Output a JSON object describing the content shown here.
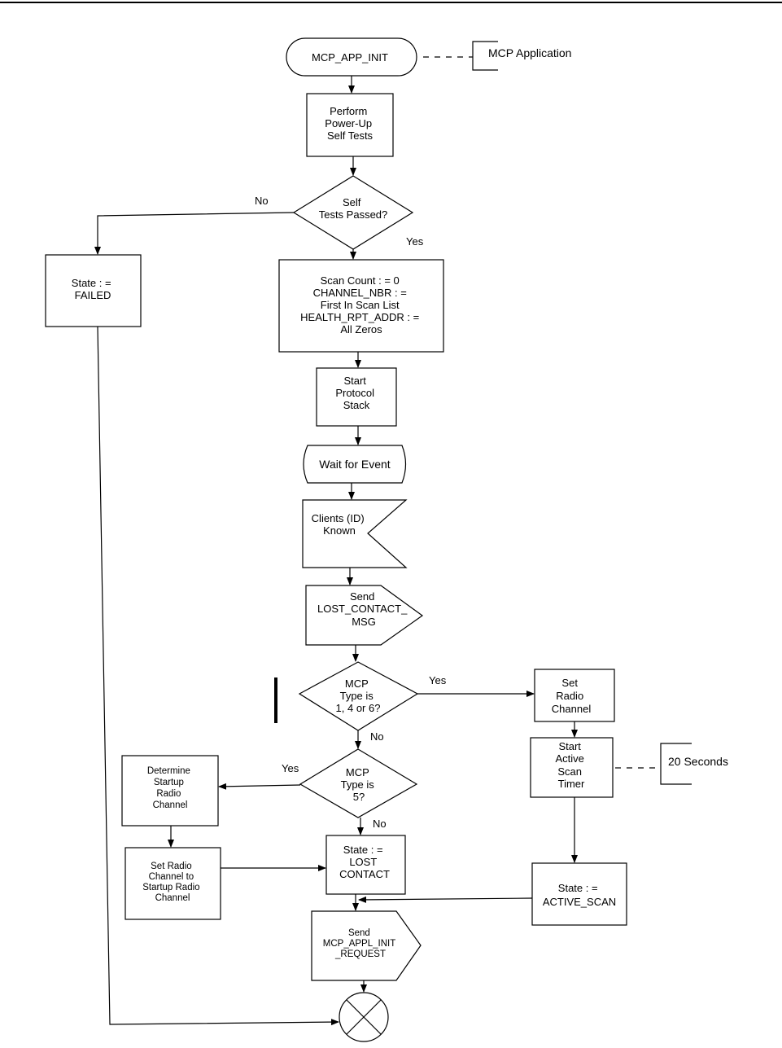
{
  "nodes": {
    "start": [
      "MCP_APP_INIT"
    ],
    "app_note": [
      "MCP Application"
    ],
    "self_tests": [
      "Perform",
      "Power-Up",
      "Self Tests"
    ],
    "self_tests_decision": [
      "Self",
      "Tests Passed?"
    ],
    "state_failed": [
      "State : =",
      "FAILED"
    ],
    "init_vars": [
      "Scan Count : = 0",
      "CHANNEL_NBR : =",
      "First In Scan List",
      "HEALTH_RPT_ADDR : =",
      "All Zeros"
    ],
    "start_stack": [
      "Start",
      "Protocol",
      "Stack"
    ],
    "wait_event": [
      "Wait for Event"
    ],
    "clients_known": [
      "Clients (ID)",
      "Known"
    ],
    "send_lost": [
      "Send",
      "LOST_CONTACT_",
      "MSG"
    ],
    "mcp_type_146": [
      "MCP",
      "Type is",
      "1, 4 or 6?"
    ],
    "set_radio": [
      "Set",
      "Radio",
      "Channel"
    ],
    "start_timer": [
      "Start",
      "Active",
      "Scan",
      "Timer"
    ],
    "timer_note": [
      "20 Seconds"
    ],
    "mcp_type_5": [
      "MCP",
      "Type is",
      "5?"
    ],
    "determine_channel": [
      "Determine",
      "Startup",
      "Radio",
      "Channel"
    ],
    "set_startup_channel": [
      "Set Radio",
      "Channel to",
      "Startup Radio",
      "Channel"
    ],
    "state_lost": [
      "State : =",
      "LOST",
      "CONTACT"
    ],
    "state_active": [
      "State : =",
      "ACTIVE_SCAN"
    ],
    "send_init_req": [
      "Send",
      "MCP_APPL_INIT",
      "_REQUEST"
    ]
  },
  "edge_labels": {
    "self_tests_no": "No",
    "self_tests_yes": "Yes",
    "type146_yes": "Yes",
    "type146_no": "No",
    "type5_yes": "Yes",
    "type5_no": "No"
  }
}
